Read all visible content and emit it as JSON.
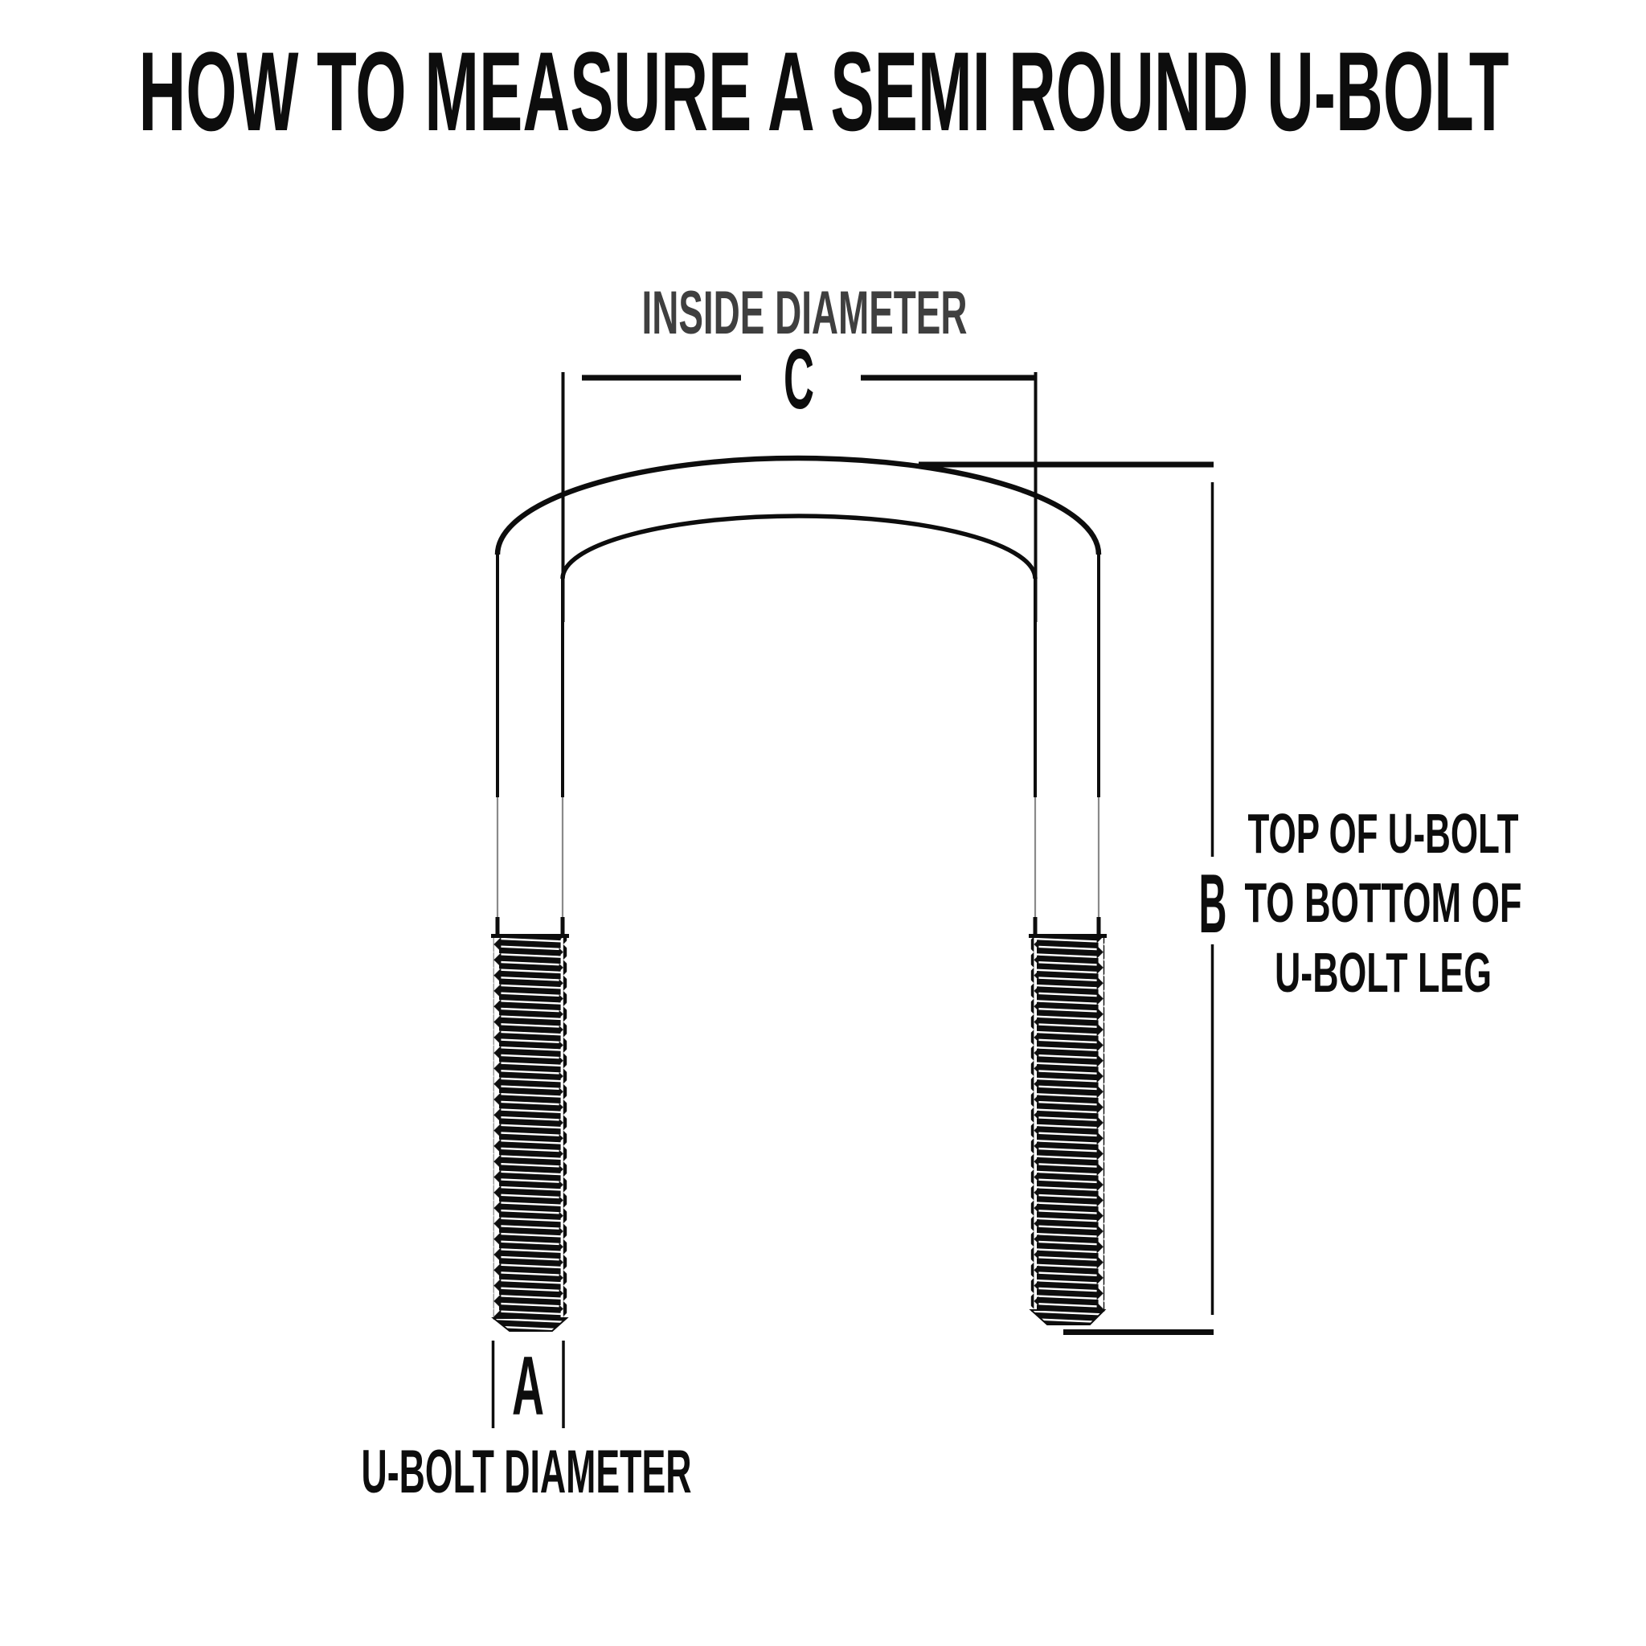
{
  "title": "HOW TO MEASURE A SEMI ROUND U-BOLT",
  "labels": {
    "inside_diameter": "INSIDE DIAMETER",
    "c": "C",
    "b": "B",
    "a": "A",
    "b_desc": [
      "TOP OF U-BOLT",
      "TO BOTTOM OF",
      "U-BOLT LEG"
    ],
    "u_bolt_diameter": "U-BOLT DIAMETER"
  },
  "dimensions": {
    "c": {
      "letter": "C",
      "meaning": "INSIDE DIAMETER"
    },
    "b": {
      "letter": "B",
      "meaning": "TOP OF U-BOLT TO BOTTOM OF U-BOLT LEG"
    },
    "a": {
      "letter": "A",
      "meaning": "U-BOLT DIAMETER"
    }
  },
  "colors": {
    "background": "#ffffff",
    "ink": "#0d0d0d",
    "secondary_label": "#3f3f3f",
    "leg_shading": "#8a8a8a"
  }
}
